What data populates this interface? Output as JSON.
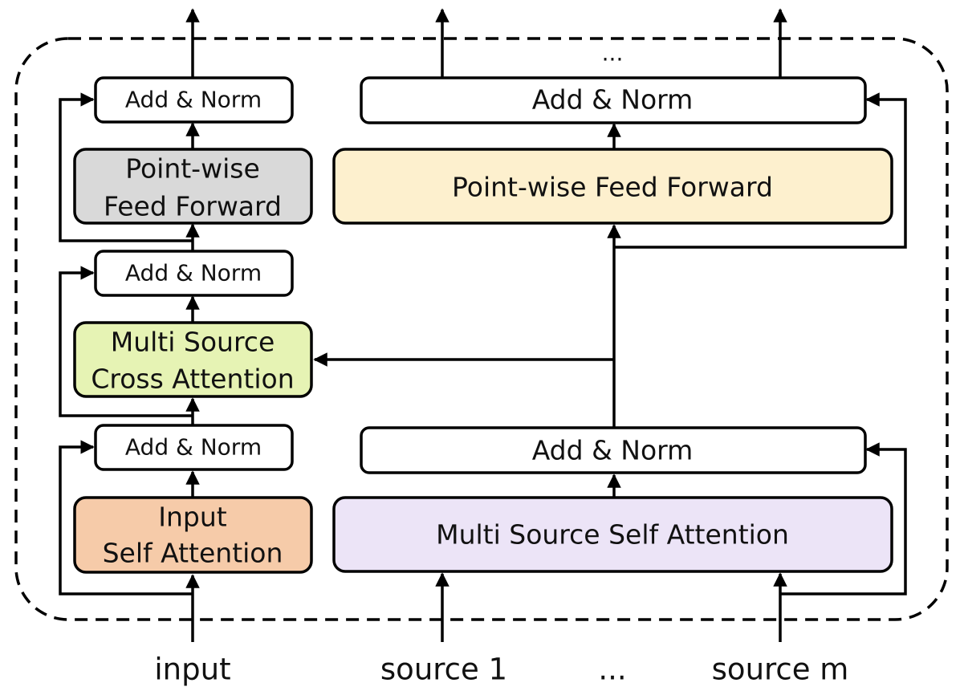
{
  "left_stack": {
    "add_norm_top": "Add & Norm",
    "ffn_line1": "Point-wise",
    "ffn_line2": "Feed Forward",
    "add_norm_mid": "Add & Norm",
    "cross_line1": "Multi Source",
    "cross_line2": "Cross Attention",
    "add_norm_bottom": "Add & Norm",
    "self_line1": "Input",
    "self_line2": "Self Attention"
  },
  "right_stack": {
    "top_ellipsis": "...",
    "add_norm_top": "Add & Norm",
    "ffn": "Point-wise Feed Forward",
    "add_norm_bottom": "Add & Norm",
    "self_attention": "Multi Source Self Attention"
  },
  "inputs": {
    "input": "input",
    "source1": "source 1",
    "ellipsis": "...",
    "source_m": "source m"
  },
  "colors": {
    "ffn_left": "#d9d9d9",
    "cross_attention": "#e6f3b4",
    "input_self_attention": "#f6cba9",
    "ffn_right": "#fdf0ce",
    "multi_source_self_attention": "#ece4f7",
    "add_norm": "#ffffff"
  }
}
